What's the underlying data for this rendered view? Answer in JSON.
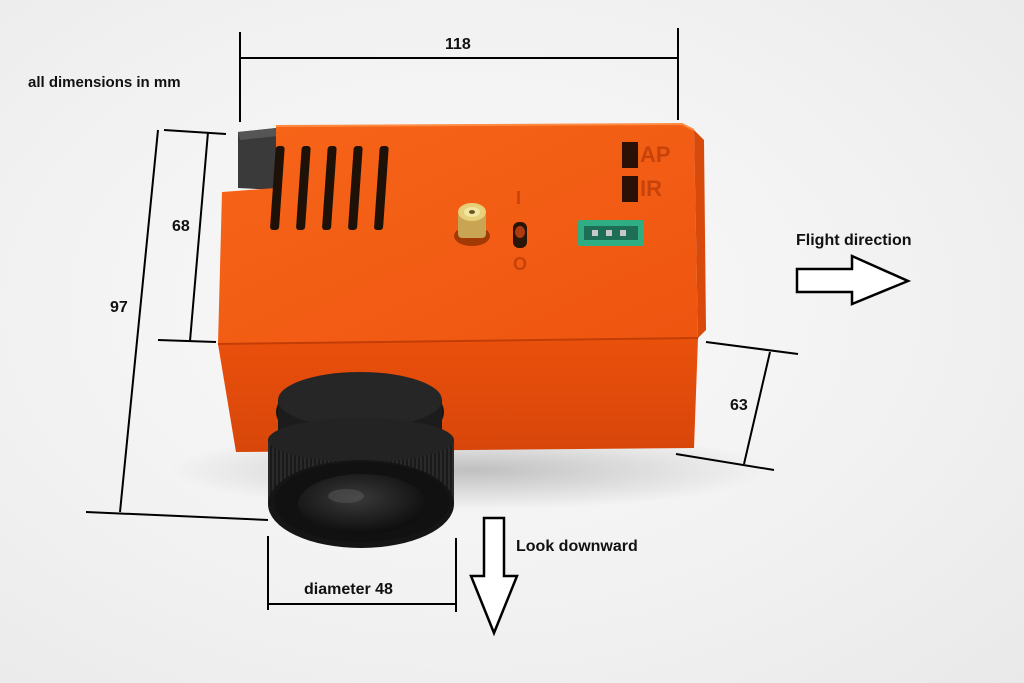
{
  "notes": {
    "units": "all dimensions in mm",
    "flight": "Flight direction",
    "look": "Look downward"
  },
  "dimensions": {
    "width": "118",
    "height_upper": "68",
    "height_total": "97",
    "depth": "63",
    "lens": "diameter 48"
  },
  "device": {
    "label_ap": "AP",
    "label_ir": "IR",
    "switch_on": "I",
    "switch_off": "O",
    "body_color": "#f25a12",
    "shade_color": "#d9470a",
    "lens_color": "#1c1c1c",
    "connector_color": "#2fae84"
  }
}
